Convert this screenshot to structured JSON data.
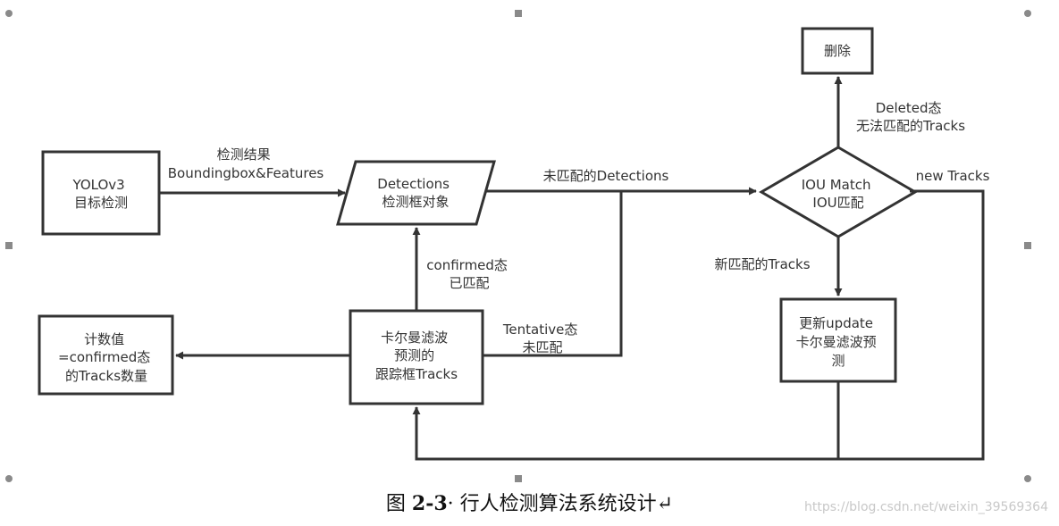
{
  "nodes": {
    "yolo": [
      "YOLOv3",
      "目标检测"
    ],
    "detections": [
      "Detections",
      "检测框对象"
    ],
    "iou": [
      "IOU Match",
      "IOU匹配"
    ],
    "delete": [
      "删除"
    ],
    "update": [
      "更新update",
      "卡尔曼滤波预",
      "测"
    ],
    "kalman": [
      "卡尔曼滤波",
      "预测的",
      "跟踪框Tracks"
    ],
    "counter": [
      "计数值",
      "=confirmed态",
      "的Tracks数量"
    ]
  },
  "edges": {
    "detect_result": [
      "检测结果",
      "Boundingbox&Features"
    ],
    "unmatched_detections": [
      "未匹配的Detections"
    ],
    "deleted": [
      "Deleted态",
      "无法匹配的Tracks"
    ],
    "new_tracks": [
      "new Tracks"
    ],
    "new_matched": [
      "新匹配的Tracks"
    ],
    "confirmed": [
      "confirmed态",
      "已匹配"
    ],
    "tentative": [
      "Tentative态",
      "未匹配"
    ]
  },
  "caption": {
    "prefix": "图 ",
    "number": "2-3",
    "text": "· 行人检测算法系统设计↵"
  },
  "watermark": "https://blog.csdn.net/weixin_39569364"
}
